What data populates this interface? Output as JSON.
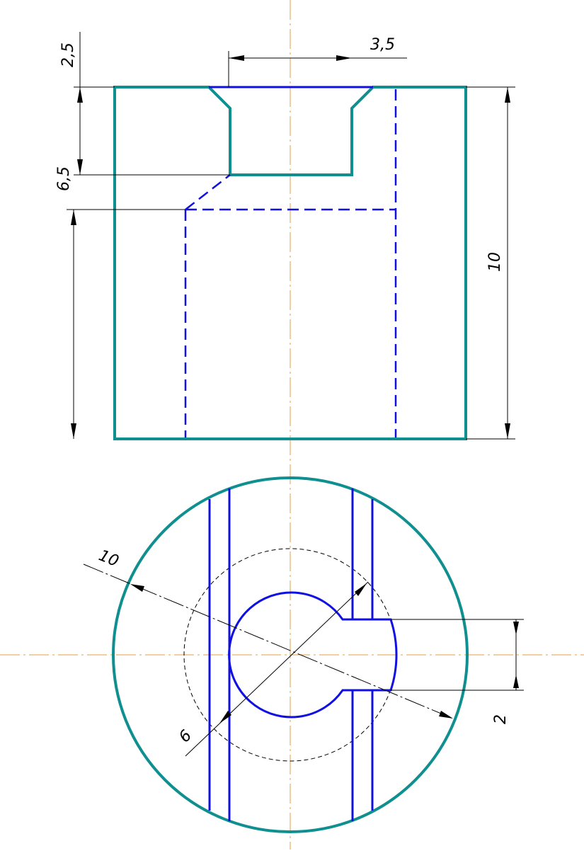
{
  "colors": {
    "contour": "#0f8f8f",
    "inner": "#1010e0",
    "centerline": "#e0a040",
    "dimension": "#000000"
  },
  "dimensions": {
    "top_depth": "2,5",
    "slot_width": "3,5",
    "counterbore_depth": "6,5",
    "overall_height": "10",
    "outer_diameter": "10",
    "bore_diameter": "6",
    "key_width": "2"
  }
}
